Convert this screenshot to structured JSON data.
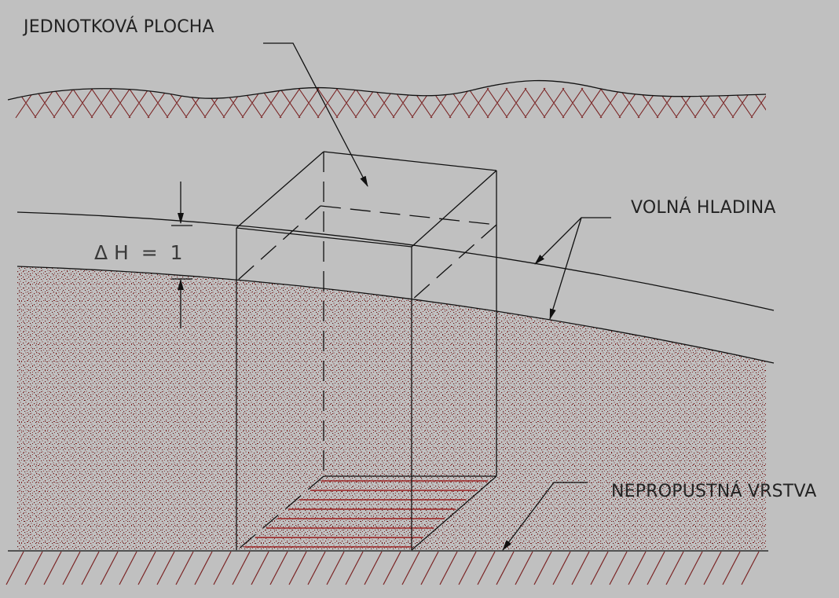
{
  "labels": {
    "unit_area": "JEDNOTKOVÁ PLOCHA",
    "free_surface": "VOLNÁ HLADINA",
    "impermeable_layer": "NEPROPUSTNÁ VRSTVA",
    "delta_h": "Δ H  =  1"
  },
  "colors": {
    "background": "#c0c0c0",
    "sand_speckle": "#6e1414",
    "hatch": "#7a2424",
    "line": "#111111",
    "text": "#232323"
  }
}
